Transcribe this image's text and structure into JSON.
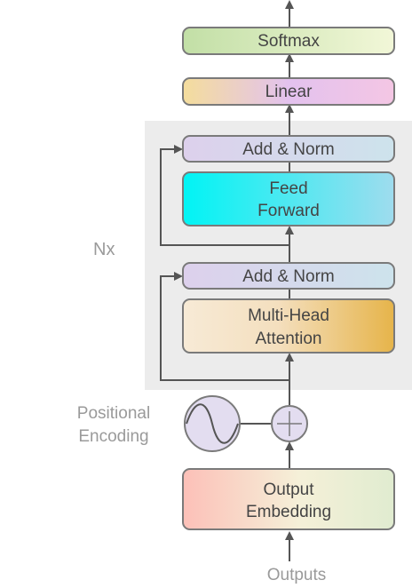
{
  "blocks": {
    "softmax": [
      "Softmax"
    ],
    "linear": [
      "Linear"
    ],
    "add_norm_top": [
      "Add & Norm"
    ],
    "feed_forward": [
      "Feed",
      "Forward"
    ],
    "add_norm_bottom": [
      "Add & Norm"
    ],
    "multi_head_attention": [
      "Multi-Head",
      "Attention"
    ],
    "output_embedding": [
      "Output",
      "Embedding"
    ]
  },
  "labels": {
    "nx": "Nx",
    "positional_encoding": [
      "Positional",
      "Encoding"
    ],
    "outputs": "Outputs"
  },
  "colors": {
    "stack_background": "#ececec",
    "block_border": "#7a7a7a",
    "arrow": "#555555",
    "text_dark": "#444444",
    "text_light": "#9a9a9a",
    "softmax": [
      "#c2dfa6",
      "#f2f7d8"
    ],
    "linear": [
      "#f4dd9c",
      "#e3c2ee",
      "#f4c6e4"
    ],
    "add_norm": [
      "#ddd0ec",
      "#cde3ec"
    ],
    "feed_forward": [
      "#00f4f4",
      "#9fdcee"
    ],
    "multi_head_attention": [
      "#f7ead6",
      "#e6b44a"
    ],
    "output_embedding": [
      "#fcc0b8",
      "#f5f0d8",
      "#e0ecd0"
    ],
    "positional_circle": "#e3ddf0"
  }
}
